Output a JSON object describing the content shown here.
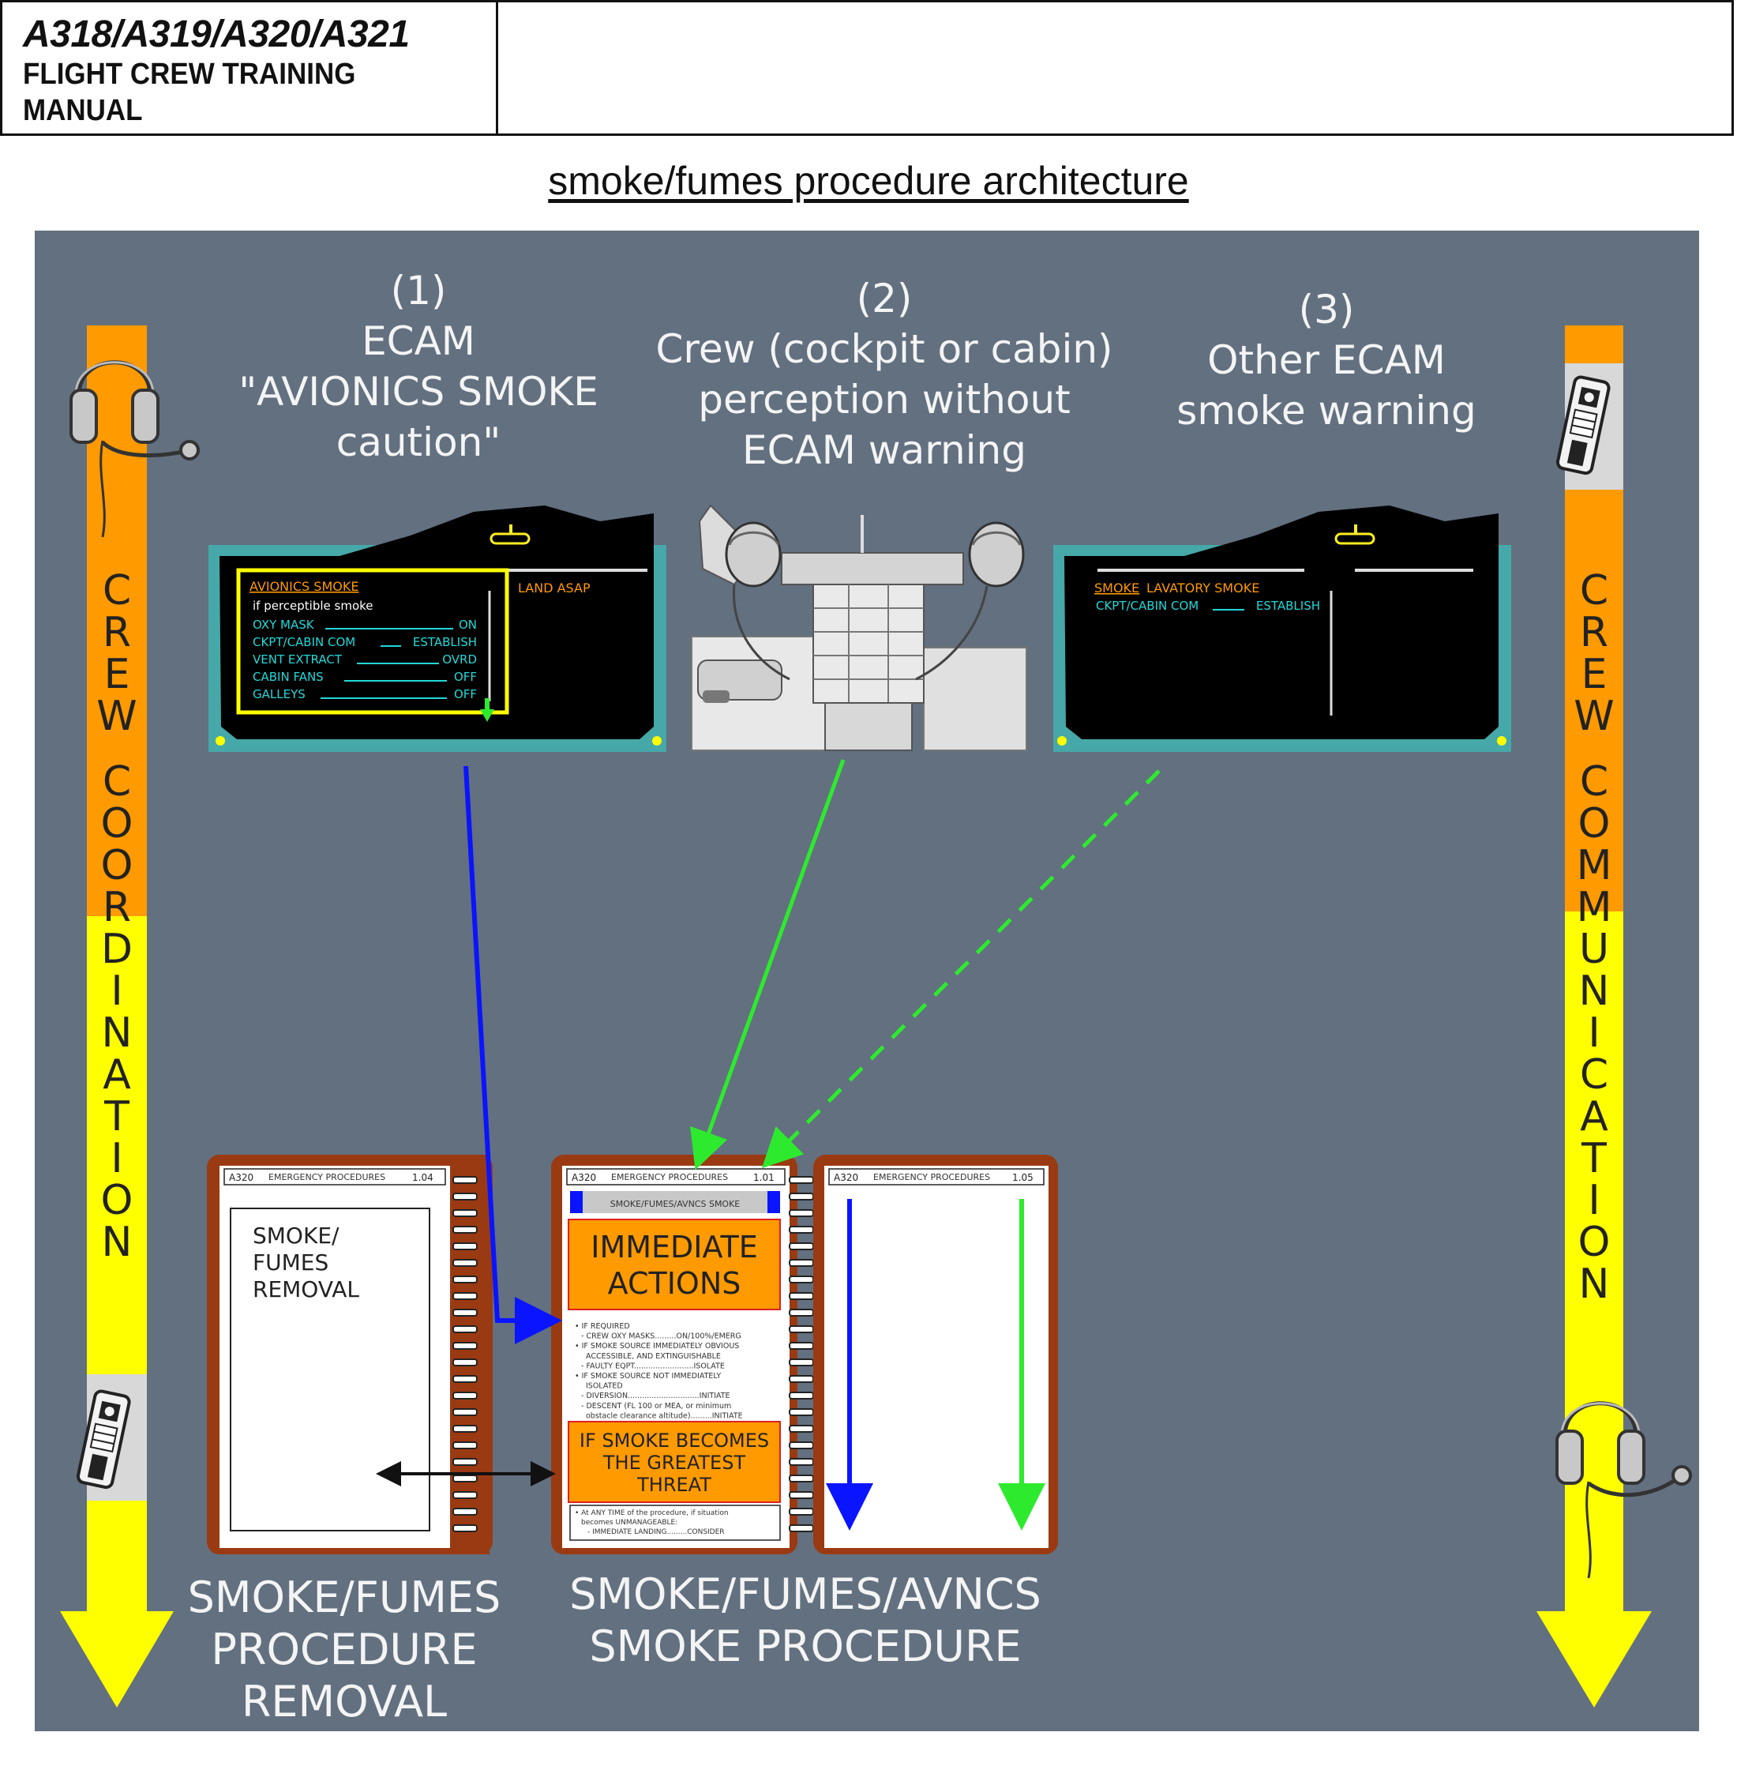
{
  "header": {
    "models": "A318/A319/A320/A321",
    "manual": "FLIGHT CREW TRAINING MANUAL"
  },
  "figure": {
    "title": "smoke/fumes procedure architecture"
  },
  "sources": [
    {
      "lines": [
        "(1)",
        "ECAM",
        "\"AVIONICS SMOKE",
        "caution\""
      ]
    },
    {
      "lines": [
        "(2)",
        "Crew (cockpit or cabin)",
        "perception without",
        "ECAM warning"
      ]
    },
    {
      "lines": [
        "(3)",
        "Other ECAM",
        "smoke warning"
      ]
    }
  ],
  "ecam_left": {
    "title": "AVIONICS SMOKE",
    "subtitle": "if perceptible smoke",
    "right_msg": "LAND ASAP",
    "items": [
      {
        "label": "OXY MASK",
        "value": "ON"
      },
      {
        "label": "CKPT/CABIN COM",
        "value": "ESTABLISH"
      },
      {
        "label": "VENT EXTRACT",
        "value": "OVRD"
      },
      {
        "label": "CABIN FANS",
        "value": "OFF"
      },
      {
        "label": "GALLEYS",
        "value": "OFF"
      }
    ]
  },
  "ecam_right": {
    "title": "SMOKE",
    "title_rest": "LAVATORY SMOKE",
    "item_label": "CKPT/CABIN COM",
    "item_value": "ESTABLISH"
  },
  "bars": {
    "left_words": [
      "CREW",
      "COORDINATION"
    ],
    "right_words": [
      "CREW",
      "COMMUNICATION"
    ]
  },
  "qrh": {
    "brand": "A320",
    "section": "EMERGENCY PROCEDURES",
    "page_left": "1.04",
    "page_center": "1.01",
    "page_right": "1.05",
    "removal_lines": [
      "SMOKE/",
      "FUMES",
      "REMOVAL"
    ],
    "center_band": "SMOKE/FUMES/AVNCS SMOKE",
    "immediate": [
      "IMMEDIATE",
      "ACTIONS"
    ],
    "small_lines": [
      "• IF REQUIRED",
      "- CREW OXY MASKS.........ON/100%/EMERG",
      "• IF SMOKE SOURCE IMMEDIATELY OBVIOUS",
      "ACCESSIBLE, AND EXTINGUISHABLE",
      "- FAULTY EQPT.........................ISOLATE",
      "• IF SMOKE SOURCE NOT IMMEDIATELY",
      "ISOLATED",
      "- DIVERSION..............................INITIATE",
      "- DESCENT (FL 100 or MEA, or minimum",
      "obstacle clearance altitude).........INITIATE"
    ],
    "threat": [
      "IF SMOKE BECOMES",
      "THE GREATEST",
      "THREAT"
    ],
    "bottom_lines": [
      "• At ANY TIME of the procedure, if situation",
      "becomes UNMANAGEABLE:",
      "- IMMEDIATE LANDING.........CONSIDER"
    ]
  },
  "procedures": [
    {
      "lines": [
        "SMOKE/FUMES",
        "PROCEDURE",
        "REMOVAL"
      ]
    },
    {
      "lines": [
        "SMOKE/FUMES/AVNCS",
        "SMOKE PROCEDURE"
      ]
    }
  ],
  "colors": {
    "panel": "#627080",
    "orange": "#ff9a00",
    "yellow": "#ffff00",
    "cyan": "#22d8d8",
    "amber": "#ff9900",
    "blue_arrow": "#0a14ff",
    "green_arrow": "#2eea2e",
    "binder": "#9a3a12"
  }
}
